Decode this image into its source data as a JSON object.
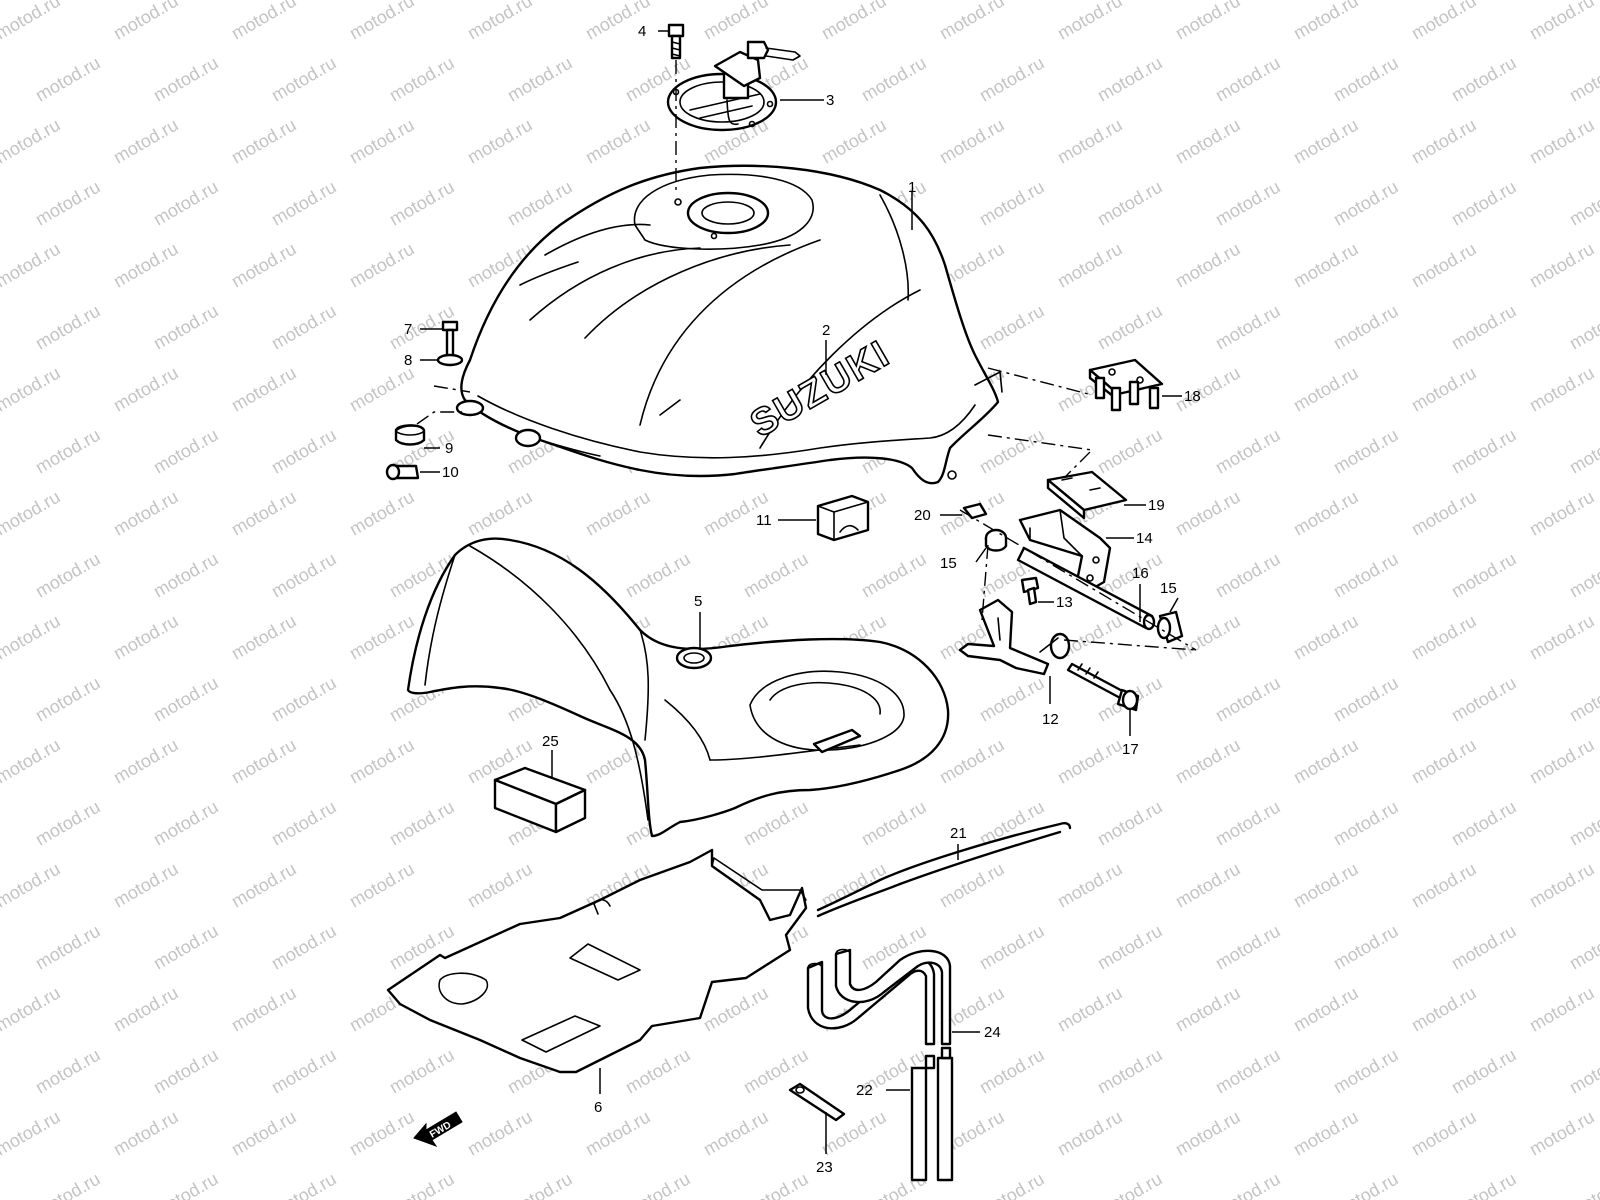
{
  "watermark": "motod.ru",
  "brand_logo": "SUZUKI",
  "direction_marker": "FWD",
  "callouts": {
    "p1": "1",
    "p2": "2",
    "p3": "3",
    "p4": "4",
    "p5": "5",
    "p6": "6",
    "p7": "7",
    "p8": "8",
    "p9": "9",
    "p10": "10",
    "p11": "11",
    "p12": "12",
    "p13": "13",
    "p14": "14",
    "p15a": "15",
    "p15b": "15",
    "p16": "16",
    "p17": "17",
    "p18": "18",
    "p19": "19",
    "p20": "20",
    "p21": "21",
    "p22": "22",
    "p23": "23",
    "p24": "24",
    "p25": "25"
  }
}
